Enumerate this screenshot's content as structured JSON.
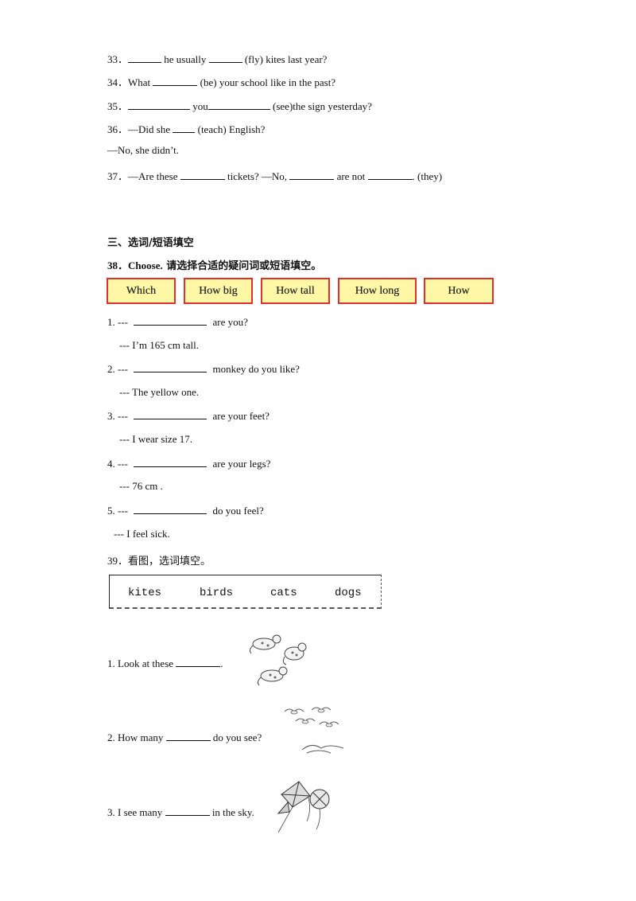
{
  "q33": {
    "num": "33．",
    "t1": " he usually ",
    "t2": " (fly) kites last year?"
  },
  "q34": {
    "num": "34．",
    "t1": "What ",
    "t2": " (be) your school like in",
    "t3": " the past?"
  },
  "q35": {
    "num": "35．",
    "t1": " you",
    "t2": " (see)the sign yesterday?"
  },
  "q36": {
    "num": "36．",
    "t1": "—Did she ",
    "t2": " (teach) English?",
    "answer": "—No, she didn’t."
  },
  "q37": {
    "num": "37．",
    "t1": "—Are these ",
    "t2": " tickets? —No, ",
    "t3": " are not ",
    "t4": ". (they)"
  },
  "section3": {
    "title": "三、选词/短语填空"
  },
  "q38": {
    "num": "38．",
    "label_en": "Choose.",
    "label_cn": " 请选择合适的疑问词或短语填空。",
    "options": [
      "Which",
      "How big",
      "How tall",
      "How long",
      "How"
    ],
    "items": [
      {
        "n": "1. --- ",
        "after": " are you?",
        "reply": "--- I’m 165 cm tall."
      },
      {
        "n": "2. --- ",
        "after": " monkey do you like?",
        "reply": "--- The yellow one."
      },
      {
        "n": "3. --- ",
        "after": " are your feet?",
        "reply": "--- I wear size 17."
      },
      {
        "n": "4. --- ",
        "after": " are your legs?",
        "reply": "--- 76 cm ."
      },
      {
        "n": "5. --- ",
        "after": " do you feel?",
        "reply": "--- I feel sick."
      }
    ]
  },
  "q39": {
    "num": "39．",
    "label": "看图，选词填空。",
    "words": [
      "kites",
      "birds",
      "cats",
      "dogs"
    ],
    "items": [
      {
        "before": "1. Look at these ",
        "after": "."
      },
      {
        "before": "2. How many ",
        "after": " do you see?"
      },
      {
        "before": "3. I see many ",
        "after": " in the sky."
      }
    ]
  }
}
